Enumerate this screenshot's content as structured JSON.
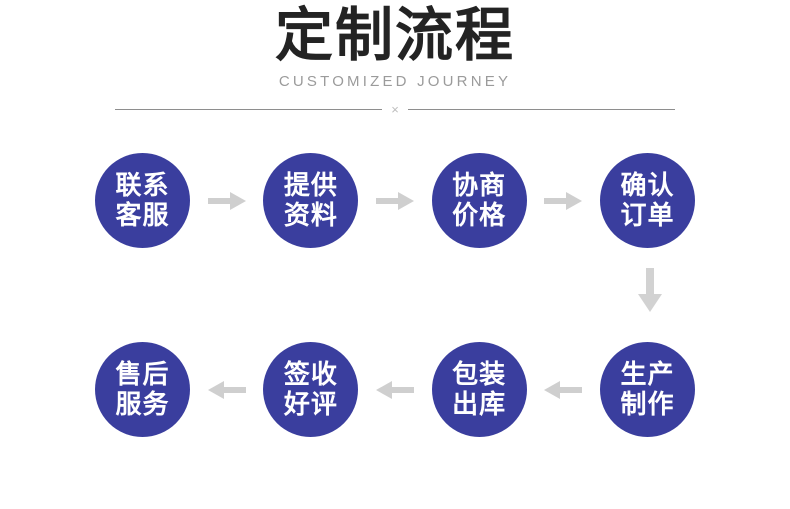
{
  "header": {
    "title": "定制流程",
    "subtitle": "CUSTOMIZED JOURNEY",
    "divider_mark": "×"
  },
  "colors": {
    "node_fill": "#3a3e9e",
    "node_text": "#ffffff",
    "title_text": "#232323",
    "subtitle_text": "#9b9b9b",
    "arrow": "#cfcfcf",
    "divider_rule": "#8e8e8e",
    "background": "#ffffff"
  },
  "flow": {
    "row1": {
      "direction": "left-to-right",
      "steps": [
        {
          "line1": "联系",
          "line2": "客服"
        },
        {
          "line1": "提供",
          "line2": "资料"
        },
        {
          "line1": "协商",
          "line2": "价格"
        },
        {
          "line1": "确认",
          "line2": "订单"
        }
      ],
      "connector_icon": "arrow-right-icon"
    },
    "row2": {
      "direction": "right-to-left",
      "steps": [
        {
          "line1": "售后",
          "line2": "服务"
        },
        {
          "line1": "签收",
          "line2": "好评"
        },
        {
          "line1": "包装",
          "line2": "出库"
        },
        {
          "line1": "生产",
          "line2": "制作"
        }
      ],
      "connector_icon": "arrow-left-icon"
    },
    "row_connector_icon": "arrow-down-icon"
  }
}
